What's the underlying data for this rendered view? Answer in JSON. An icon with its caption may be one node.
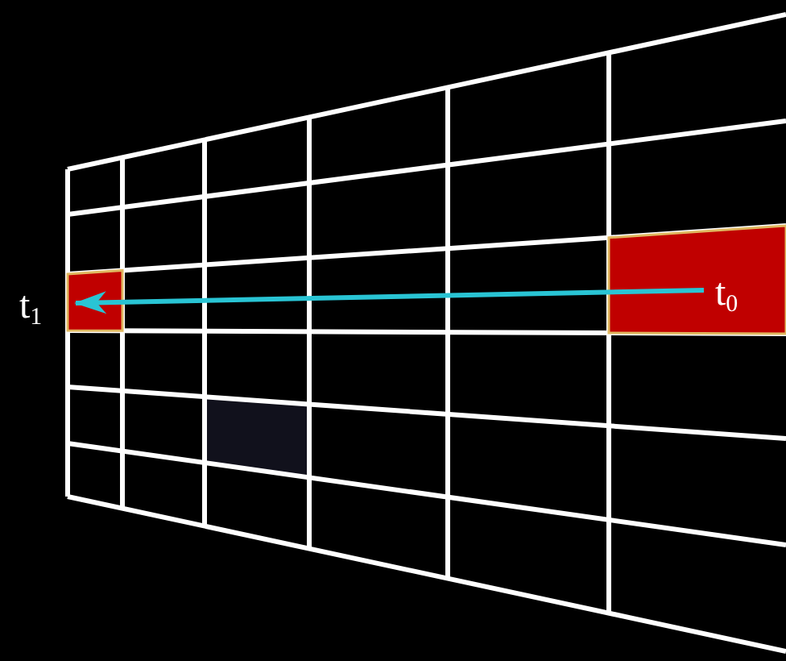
{
  "diagram": {
    "nodes": [
      {
        "text": [
          "t$_{0}$"
        ]
      },
      {
        "text": [
          "t$_{1}$"
        ]
      }
    ],
    "edges": [
      {
        "from": 0,
        "to": 1,
        "arrow": "to",
        "color": "#29c4d4"
      }
    ]
  }
}
